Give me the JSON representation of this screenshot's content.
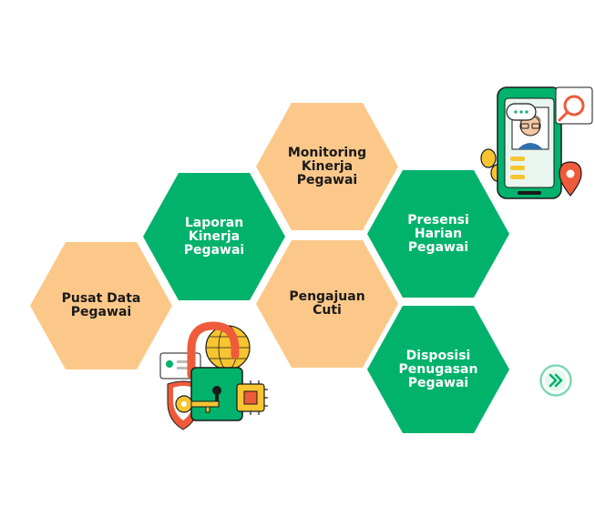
{
  "colors": {
    "green": "#00b26b",
    "peach": "#fcc889",
    "dark": "#1a1a1a",
    "accent_red": "#ef5b3a",
    "yellow": "#f7c531"
  },
  "modules": [
    {
      "id": "pusat-data-pegawai",
      "label": "Pusat Data\nPegawai",
      "color": "peach"
    },
    {
      "id": "laporan-kinerja-pegawai",
      "label": "Laporan\nKinerja\nPegawai",
      "color": "green"
    },
    {
      "id": "monitoring-kinerja-pegawai",
      "label": "Monitoring\nKinerja\nPegawai",
      "color": "peach"
    },
    {
      "id": "pengajuan-cuti",
      "label": "Pengajuan\nCuti",
      "color": "peach"
    },
    {
      "id": "presensi-harian-pegawai",
      "label": "Presensi\nHarian\nPegawai",
      "color": "green"
    },
    {
      "id": "disposisi-penugasan-pegawai",
      "label": "Disposisi\nPenugasan\nPegawai",
      "color": "green"
    }
  ],
  "icons": {
    "next": "double-chevron-right-icon",
    "phone": "phone-avatar-illustration",
    "lock": "padlock-key-illustration"
  }
}
